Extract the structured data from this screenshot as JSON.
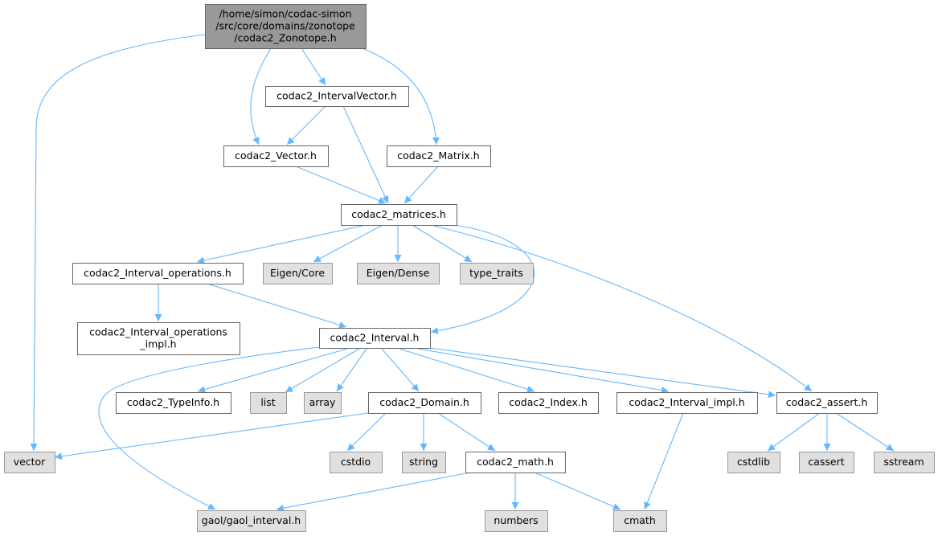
{
  "graph": {
    "type": "include-dependency-graph",
    "colors": {
      "edge": "#63b8ff",
      "root_fill": "#999999",
      "system_fill": "#e0e0e0",
      "local_fill": "#ffffff"
    },
    "nodes": {
      "root": {
        "lines": [
          "/home/simon/codac-simon",
          "/src/core/domains/zonotope",
          "/codac2_Zonotope.h"
        ],
        "kind": "root"
      },
      "iv": {
        "lines": [
          "codac2_IntervalVector.h"
        ],
        "kind": "local"
      },
      "vec": {
        "lines": [
          "codac2_Vector.h"
        ],
        "kind": "local"
      },
      "mat": {
        "lines": [
          "codac2_Matrix.h"
        ],
        "kind": "local"
      },
      "matrices": {
        "lines": [
          "codac2_matrices.h"
        ],
        "kind": "local"
      },
      "iops": {
        "lines": [
          "codac2_Interval_operations.h"
        ],
        "kind": "local"
      },
      "ecore": {
        "lines": [
          "Eigen/Core"
        ],
        "kind": "system"
      },
      "edense": {
        "lines": [
          "Eigen/Dense"
        ],
        "kind": "system"
      },
      "tt": {
        "lines": [
          "type_traits"
        ],
        "kind": "system"
      },
      "iopsimpl": {
        "lines": [
          "codac2_Interval_operations",
          "_impl.h"
        ],
        "kind": "local"
      },
      "interval": {
        "lines": [
          "codac2_Interval.h"
        ],
        "kind": "local"
      },
      "typeinfo": {
        "lines": [
          "codac2_TypeInfo.h"
        ],
        "kind": "local"
      },
      "list": {
        "lines": [
          "list"
        ],
        "kind": "system"
      },
      "array": {
        "lines": [
          "array"
        ],
        "kind": "system"
      },
      "domain": {
        "lines": [
          "codac2_Domain.h"
        ],
        "kind": "local"
      },
      "index": {
        "lines": [
          "codac2_Index.h"
        ],
        "kind": "local"
      },
      "iimpl": {
        "lines": [
          "codac2_Interval_impl.h"
        ],
        "kind": "local"
      },
      "assert": {
        "lines": [
          "codac2_assert.h"
        ],
        "kind": "local"
      },
      "vector": {
        "lines": [
          "vector"
        ],
        "kind": "system"
      },
      "cstdio": {
        "lines": [
          "cstdio"
        ],
        "kind": "system"
      },
      "string": {
        "lines": [
          "string"
        ],
        "kind": "system"
      },
      "math": {
        "lines": [
          "codac2_math.h"
        ],
        "kind": "local"
      },
      "cstdlib": {
        "lines": [
          "cstdlib"
        ],
        "kind": "system"
      },
      "cassert": {
        "lines": [
          "cassert"
        ],
        "kind": "system"
      },
      "sstream": {
        "lines": [
          "sstream"
        ],
        "kind": "system"
      },
      "gaol": {
        "lines": [
          "gaol/gaol_interval.h"
        ],
        "kind": "system"
      },
      "numbers": {
        "lines": [
          "numbers"
        ],
        "kind": "system"
      },
      "cmath": {
        "lines": [
          "cmath"
        ],
        "kind": "system"
      }
    },
    "edges": [
      [
        "root",
        "vector"
      ],
      [
        "root",
        "vec"
      ],
      [
        "root",
        "iv"
      ],
      [
        "root",
        "mat"
      ],
      [
        "iv",
        "vec"
      ],
      [
        "iv",
        "matrices"
      ],
      [
        "vec",
        "matrices"
      ],
      [
        "mat",
        "matrices"
      ],
      [
        "matrices",
        "iops"
      ],
      [
        "matrices",
        "ecore"
      ],
      [
        "matrices",
        "edense"
      ],
      [
        "matrices",
        "tt"
      ],
      [
        "matrices",
        "interval"
      ],
      [
        "matrices",
        "assert"
      ],
      [
        "iops",
        "iopsimpl"
      ],
      [
        "iops",
        "interval"
      ],
      [
        "interval",
        "gaol"
      ],
      [
        "interval",
        "typeinfo"
      ],
      [
        "interval",
        "list"
      ],
      [
        "interval",
        "array"
      ],
      [
        "interval",
        "domain"
      ],
      [
        "interval",
        "index"
      ],
      [
        "interval",
        "iimpl"
      ],
      [
        "interval",
        "assert"
      ],
      [
        "domain",
        "vector"
      ],
      [
        "domain",
        "cstdio"
      ],
      [
        "domain",
        "string"
      ],
      [
        "domain",
        "math"
      ],
      [
        "math",
        "gaol"
      ],
      [
        "math",
        "numbers"
      ],
      [
        "math",
        "cmath"
      ],
      [
        "iimpl",
        "cmath"
      ],
      [
        "assert",
        "cstdlib"
      ],
      [
        "assert",
        "cassert"
      ],
      [
        "assert",
        "sstream"
      ]
    ]
  }
}
